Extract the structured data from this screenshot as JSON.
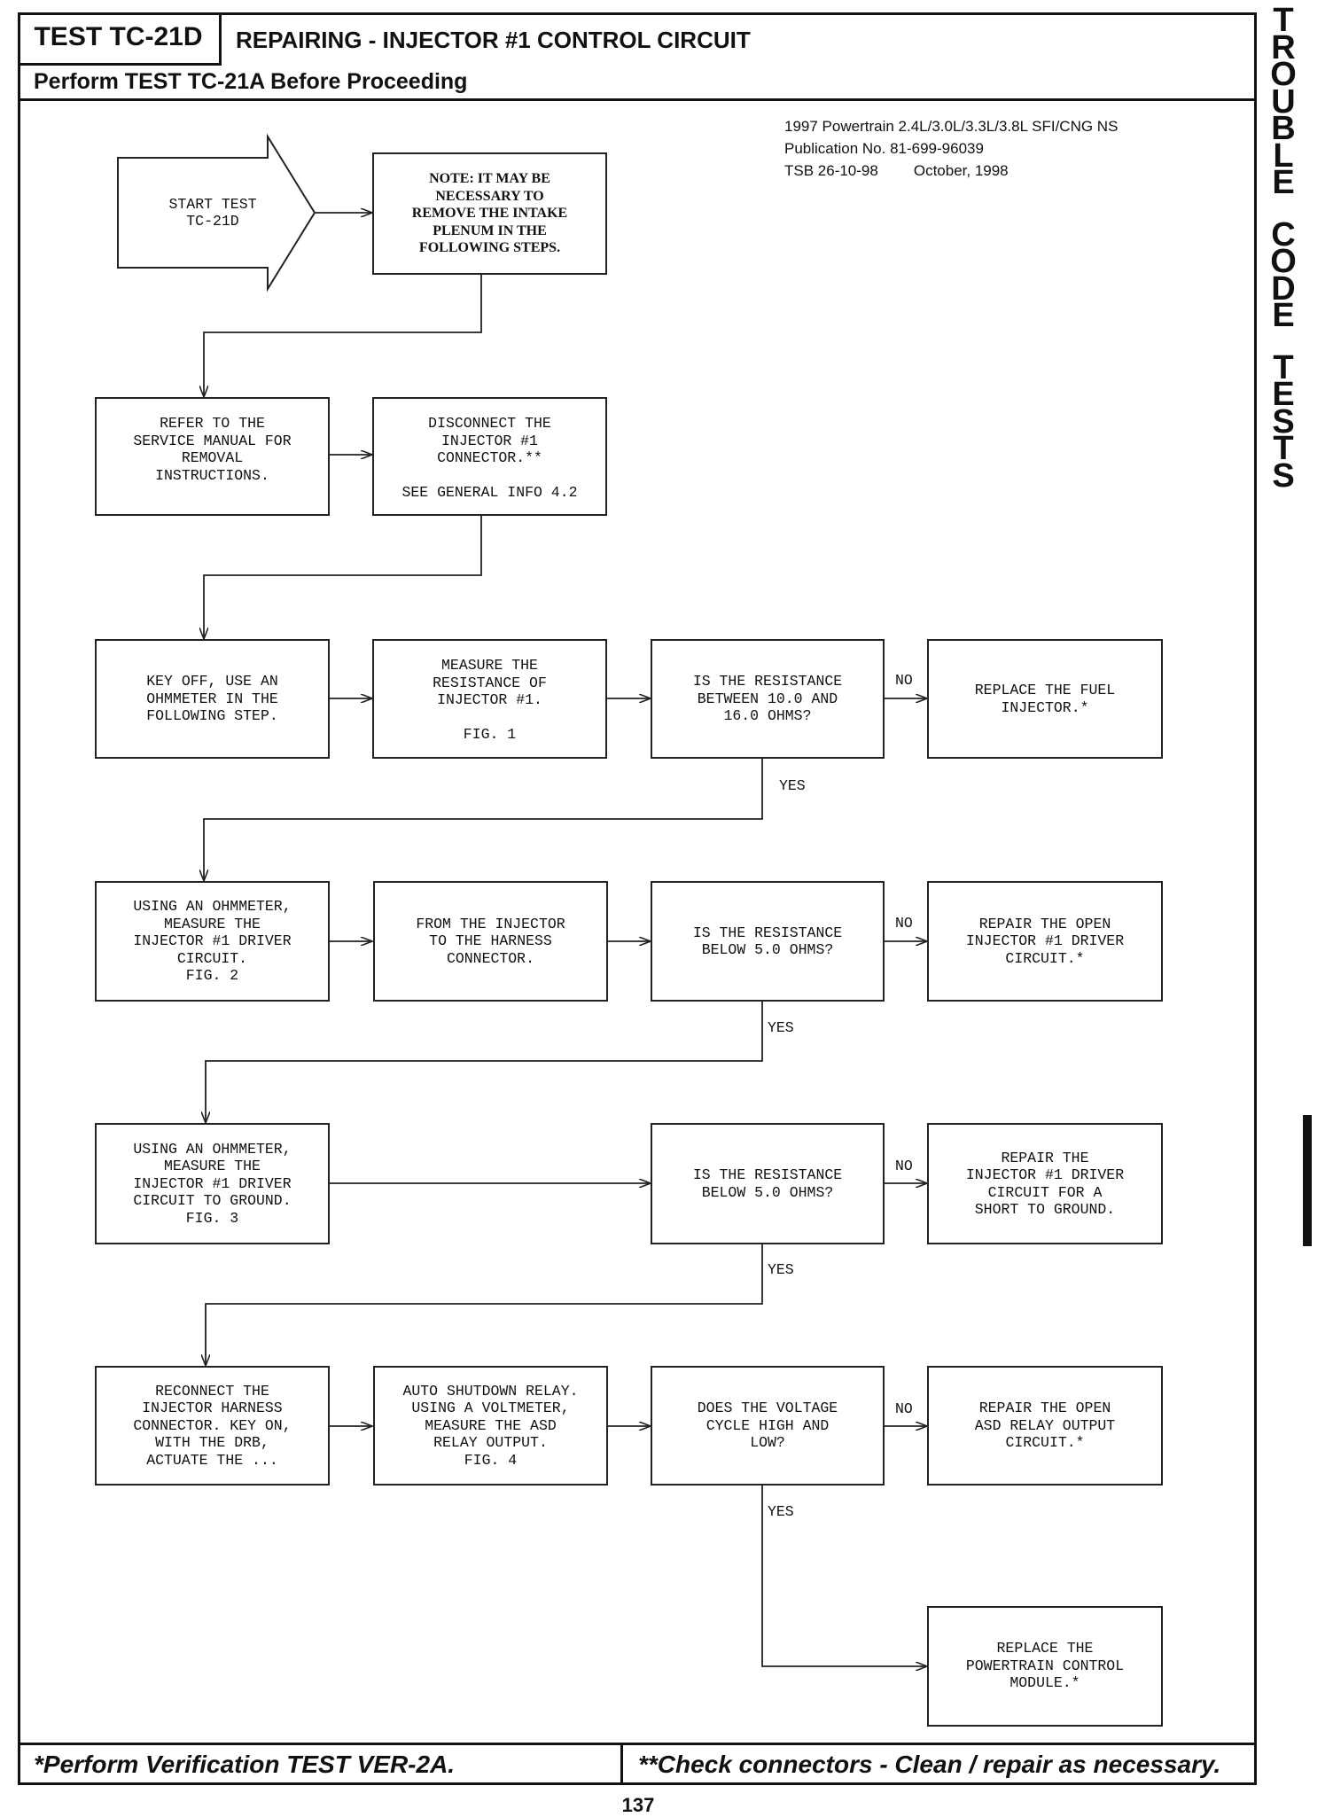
{
  "header": {
    "test_label": "TEST TC-21D",
    "title": "REPAIRING - INJECTOR #1 CONTROL CIRCUIT",
    "subtitle": "Perform TEST TC-21A Before Proceeding"
  },
  "publication": {
    "line1": "1997 Powertrain 2.4L/3.0L/3.3L/3.8L SFI/CNG NS",
    "line2": "Publication No. 81-699-96039",
    "line3_tsb": "TSB 26-10-98",
    "line3_date": "October, 1998"
  },
  "side_label": [
    "T",
    "R",
    "O",
    "U",
    "B",
    "L",
    "E",
    "",
    "C",
    "O",
    "D",
    "E",
    "",
    "T",
    "E",
    "S",
    "T",
    "S"
  ],
  "flow": {
    "start": "START TEST\nTC-21D",
    "note": "NOTE: IT MAY BE\nNECESSARY TO\nREMOVE THE INTAKE\nPLENUM IN THE\nFOLLOWING STEPS.",
    "refer": "REFER TO THE\nSERVICE MANUAL FOR\nREMOVAL\nINSTRUCTIONS.",
    "disconnect": "DISCONNECT THE\nINJECTOR #1\nCONNECTOR.**\n\nSEE GENERAL INFO 4.2",
    "key_off": "KEY OFF, USE AN\nOHMMETER IN THE\nFOLLOWING STEP.",
    "measure_resistance": "MEASURE THE\nRESISTANCE OF\nINJECTOR #1.\n\nFIG. 1",
    "q1": "IS THE RESISTANCE\nBETWEEN 10.0 AND\n16.0 OHMS?",
    "replace_injector": "REPLACE THE FUEL\nINJECTOR.*",
    "ohm_driver": "USING AN OHMMETER,\nMEASURE THE\nINJECTOR #1 DRIVER\nCIRCUIT.\nFIG. 2",
    "from_injector": "FROM THE INJECTOR\nTO THE HARNESS\nCONNECTOR.",
    "q2": "IS THE RESISTANCE\nBELOW 5.0 OHMS?",
    "repair_open_driver": "REPAIR THE OPEN\nINJECTOR #1 DRIVER\nCIRCUIT.*",
    "ohm_ground": "USING AN OHMMETER,\nMEASURE THE\nINJECTOR #1 DRIVER\nCIRCUIT TO GROUND.\nFIG. 3",
    "q3": "IS THE RESISTANCE\nBELOW 5.0 OHMS?",
    "repair_short": "REPAIR THE\nINJECTOR #1 DRIVER\nCIRCUIT FOR A\nSHORT TO GROUND.",
    "reconnect": "RECONNECT THE\nINJECTOR HARNESS\nCONNECTOR. KEY ON,\nWITH THE DRB,\nACTUATE THE ...",
    "asd_relay": "AUTO SHUTDOWN RELAY.\nUSING A VOLTMETER,\nMEASURE THE ASD\nRELAY OUTPUT.\nFIG. 4",
    "q4": "DOES THE VOLTAGE\nCYCLE HIGH AND\nLOW?",
    "repair_asd": "REPAIR THE OPEN\nASD RELAY OUTPUT\nCIRCUIT.*",
    "replace_pcm": "REPLACE THE\nPOWERTRAIN CONTROL\nMODULE.*",
    "no_label": "NO",
    "yes_label": "YES"
  },
  "footer": {
    "left": "*Perform Verification TEST VER-2A.",
    "right": "**Check connectors - Clean / repair as necessary."
  },
  "page_number": "137"
}
